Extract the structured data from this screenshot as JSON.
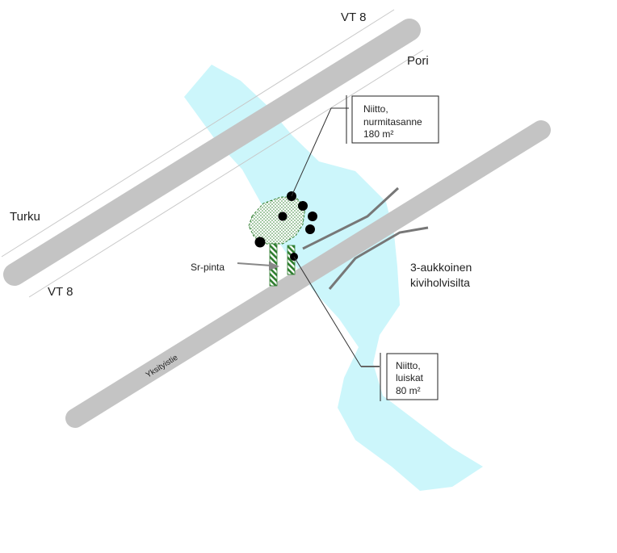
{
  "labels": {
    "vt8_top": "VT 8",
    "vt8_bottom": "VT 8",
    "pori": "Pori",
    "turku": "Turku",
    "sr_pinta": "Sr-pinta",
    "bridge_line1": "3-aukkoinen",
    "bridge_line2": "kiviholvisilta",
    "yksityistie": "Yksityistie"
  },
  "callouts": {
    "upper": {
      "line1": "Niitto,",
      "line2": "nurmitasanne",
      "line3": "180 m²"
    },
    "lower": {
      "line1": "Niitto,",
      "line2": "luiskat",
      "line3": "80 m²"
    }
  },
  "colors": {
    "river": "#ccf6fb",
    "road": "#c4c4c4",
    "road_edge": "#c8c8c8",
    "guard_rail": "#777777",
    "meadow": "#2e7d2e",
    "ramp": "#2e7d2e",
    "marker": "#000000",
    "arrow": "#888888"
  }
}
